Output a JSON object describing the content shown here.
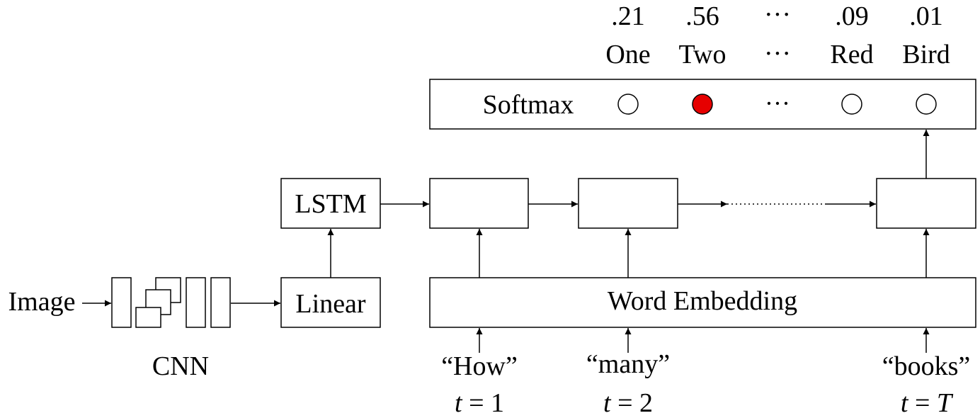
{
  "input": {
    "label": "Image"
  },
  "cnn": {
    "label": "CNN"
  },
  "linear": {
    "label": "Linear"
  },
  "lstm": {
    "label": "LSTM"
  },
  "embedding": {
    "label": "Word Embedding"
  },
  "softmax": {
    "label": "Softmax",
    "ellipsis": "···",
    "outputs": [
      {
        "word": "One",
        "prob": ".21",
        "selected": false
      },
      {
        "word": "Two",
        "prob": ".56",
        "selected": true
      },
      {
        "word": "...",
        "prob": "...",
        "selected": false
      },
      {
        "word": "Red",
        "prob": ".09",
        "selected": false
      },
      {
        "word": "Bird",
        "prob": ".01",
        "selected": false
      }
    ],
    "selected_color": "#e60000"
  },
  "tokens": [
    {
      "word": "“How”",
      "time_var": "t",
      "eq": "=",
      "time": "1"
    },
    {
      "word": "“many”",
      "time_var": "t",
      "eq": "=",
      "time": "2"
    },
    {
      "word": "“books”",
      "time_var": "t",
      "eq": "=",
      "time": "T"
    }
  ]
}
